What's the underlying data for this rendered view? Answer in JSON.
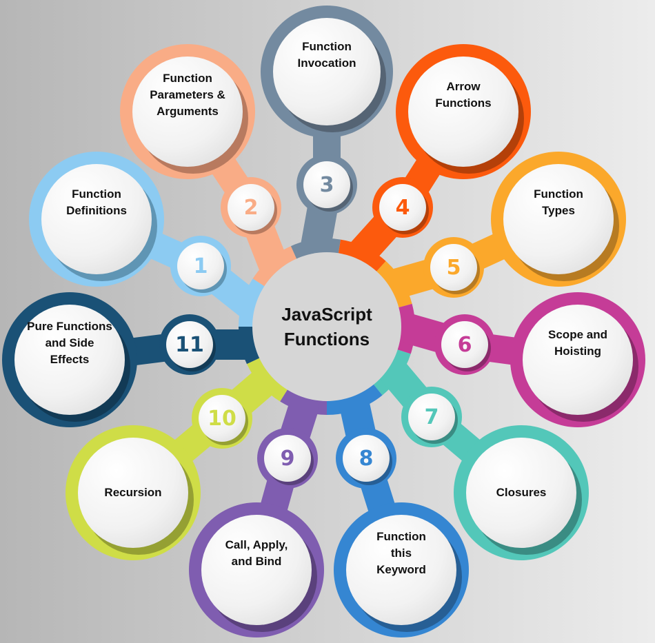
{
  "center": {
    "title": "JavaScript Functions",
    "line1": "JavaScript",
    "line2": "Functions",
    "color": "#d6d6d6"
  },
  "items": [
    {
      "n": "1",
      "label": "Function Definitions",
      "lines": [
        "Function",
        "Definitions"
      ],
      "color": "#8ccbf2",
      "shade": "#5f95b4"
    },
    {
      "n": "2",
      "label": "Function Parameters & Arguments",
      "lines": [
        "Function",
        "Parameters &",
        "Arguments"
      ],
      "color": "#f9ac86",
      "shade": "#b87a5f"
    },
    {
      "n": "3",
      "label": "Function Invocation",
      "lines": [
        "Function",
        "Invocation"
      ],
      "color": "#738aa0",
      "shade": "#556474"
    },
    {
      "n": "4",
      "label": "Arrow Functions",
      "lines": [
        "Arrow",
        "Functions"
      ],
      "color": "#fc5a0d",
      "shade": "#b44009"
    },
    {
      "n": "5",
      "label": "Function Types",
      "lines": [
        "Function",
        "Types"
      ],
      "color": "#fba82b",
      "shade": "#b77b22"
    },
    {
      "n": "6",
      "label": "Scope and Hoisting",
      "lines": [
        "Scope and",
        "Hoisting"
      ],
      "color": "#c53c97",
      "shade": "#8b2a6b"
    },
    {
      "n": "7",
      "label": "Closures",
      "lines": [
        "Closures"
      ],
      "color": "#53c7b9",
      "shade": "#3a8c83"
    },
    {
      "n": "8",
      "label": "Function this Keyword",
      "lines": [
        "Function",
        "this",
        "Keyword"
      ],
      "color": "#3586d2",
      "shade": "#275f95"
    },
    {
      "n": "9",
      "label": "Call, Apply, and Bind",
      "lines": [
        "Call, Apply,",
        "and Bind"
      ],
      "color": "#7f5db0",
      "shade": "#5a417c"
    },
    {
      "n": "10",
      "label": "Recursion",
      "lines": [
        "Recursion"
      ],
      "color": "#cfdd47",
      "shade": "#95a033"
    },
    {
      "n": "11",
      "label": "Pure Functions and Side Effects",
      "lines": [
        "Pure Functions",
        "and Side",
        "Effects"
      ],
      "color": "#1a5176",
      "shade": "#123a55"
    }
  ]
}
